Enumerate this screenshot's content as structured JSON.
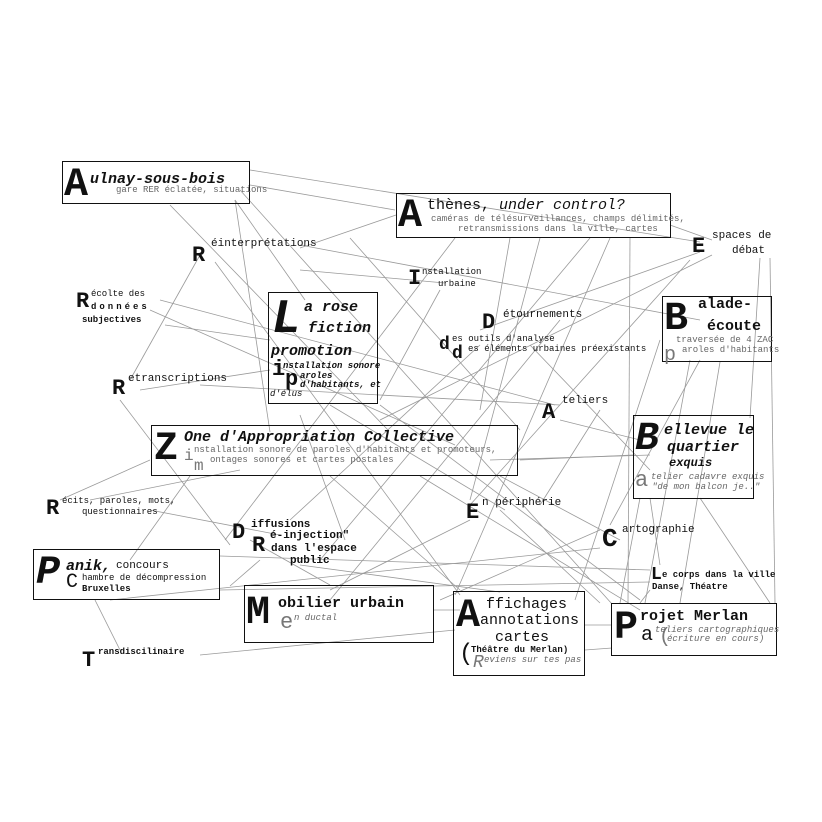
{
  "nodes": {
    "aulnay": {
      "initial": "A",
      "title": "ulnay-sous-bois",
      "sub": "gare RER éclatée, situations"
    },
    "athenes": {
      "initial": "A",
      "title": "thènes, ",
      "title_italic": "under control?",
      "sub1": "caméras de télésurveillances, champs délimités,",
      "sub2": "retransmissions dans la ville, cartes"
    },
    "espaces": {
      "initial": "E",
      "line1": "spaces  de",
      "line2": "débat"
    },
    "reinterp": {
      "initial": "R",
      "label": "éinterprétations"
    },
    "installation": {
      "initial": "I",
      "line1": "nstallation",
      "line2": "urbaine"
    },
    "recolte": {
      "initial": "R",
      "line1": "écolte    des",
      "line2": "données",
      "line3": "subjectives"
    },
    "larose": {
      "initial": "L",
      "line1": "a rose",
      "line2": "fiction",
      "line3": "promotion",
      "sub_initial1": "i",
      "sub_initial2": "p",
      "sub1": "nstallation sonore",
      "sub2": "aroles",
      "sub3": "d'habitants, et",
      "sub4": "d'élus"
    },
    "detour": {
      "initial": "D",
      "label": "étournements",
      "initial2": "d",
      "initial3": "d",
      "sub1": "es outils d'analyse",
      "sub2": "es éléments urbaines préexistants"
    },
    "balade": {
      "initial": "B",
      "line1": "alade-",
      "line2": "écoute",
      "sub1": "traversée de 4 ZAC",
      "sub_initial": "p",
      "sub2": "aroles d'habitants"
    },
    "retrans": {
      "initial": "R",
      "label": "etranscriptions"
    },
    "ateliers": {
      "initial": "A",
      "label": "teliers"
    },
    "zone": {
      "initial": "Z",
      "title": "One d'Appropriation Collective",
      "sub_initial1": "i",
      "sub_initial2": "m",
      "sub1": "nstallation sonore de paroles d'habitants et promoteurs,",
      "sub2": "ontages sonores et cartes postales"
    },
    "bellevue": {
      "initial": "B",
      "line1": "ellevue le",
      "line2": "quartier",
      "line3": "exquis",
      "sub_initial": "a",
      "sub1": "telier cadavre exquis",
      "sub2": "\"de mon balcon je..\""
    },
    "recits": {
      "initial": "R",
      "line1": "écits, paroles, mots,",
      "line2": "questionnaires"
    },
    "periph": {
      "initial": "E",
      "label": "n périphérie"
    },
    "diffusions": {
      "initial": "D",
      "line1": "iffusions",
      "initial2": "R",
      "line2": "é-injection\"",
      "line3": "dans   l'espace",
      "line4": "public"
    },
    "carto": {
      "initial": "C",
      "label": "artographie"
    },
    "panik": {
      "initial": "P",
      "title": "anik,",
      "title_rest": " concours",
      "sub_initial": "C",
      "sub1": "hambre de décompression",
      "sub2": "Bruxelles"
    },
    "corps": {
      "initial": "L",
      "line1": "e corps dans la ville",
      "line2": "Danse, Théatre"
    },
    "mobilier": {
      "initial": "M",
      "title": "obilier urbain",
      "sub_initial": "e",
      "sub": "n ductal"
    },
    "affichages": {
      "initial": "A",
      "line1": "ffichages",
      "line2": "annotations",
      "line3": "cartes",
      "paren": "(",
      "sub1": "Théâtre du Merlan)",
      "sub_initial": "R",
      "sub2": "eviens sur tes pas"
    },
    "merlan": {
      "initial": "P",
      "title": "rojet Merlan",
      "sub_initial": "a",
      "paren": "(",
      "sub1": "teliers cartographiques",
      "sub2": "écriture en cours)"
    },
    "transdis": {
      "initial": "T",
      "label": "ransdiscilinaire"
    }
  }
}
